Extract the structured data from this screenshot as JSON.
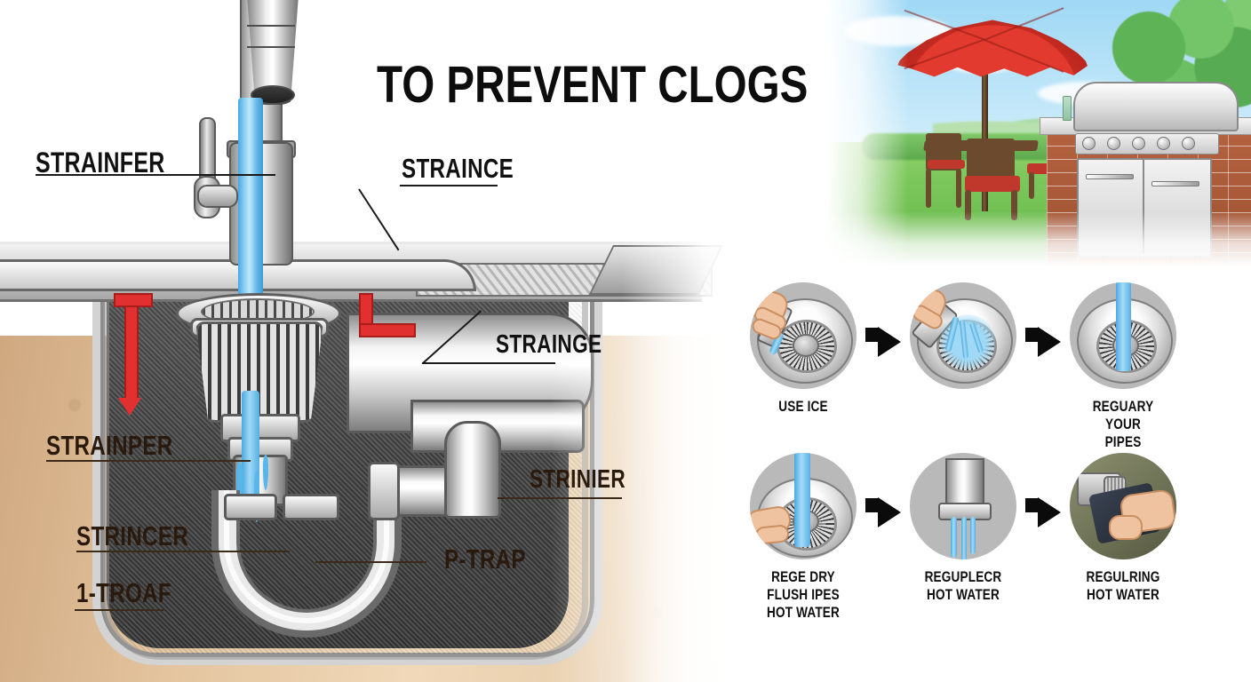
{
  "title": "TO PREVENT CLOGS",
  "diagram": {
    "name": "sink-drain-cutaway-diagram",
    "labels": [
      {
        "id": "strainfer",
        "text": "STRAINFER"
      },
      {
        "id": "straince",
        "text": "STRAINCE"
      },
      {
        "id": "strainge",
        "text": "STRAINGE"
      },
      {
        "id": "strainper",
        "text": "STRAINPER"
      },
      {
        "id": "strinier",
        "text": "STRINIER"
      },
      {
        "id": "strincer",
        "text": "STRINCER"
      },
      {
        "id": "p-trap",
        "text": "P-TRAP"
      },
      {
        "id": "one-troaf",
        "text": "1-TROAF"
      }
    ],
    "colors": {
      "water": "#5eb5e8",
      "hot_supply": "#e03030",
      "metal": "#c6c6c6",
      "soil": "#e3c49e",
      "cavity": "#3d3d3d"
    }
  },
  "patio_inset": {
    "name": "patio-outdoor-kitchen-illustration",
    "elements": [
      "red-patio-umbrella",
      "wooden-table",
      "wooden-chairs-red-cushions",
      "brick-outdoor-kitchen",
      "stainless-gas-grill",
      "green-lawn",
      "trees",
      "blue-sky"
    ],
    "colors": {
      "umbrella": "#d8352a",
      "brick": "#a9583a",
      "lawn": "#6fbe50",
      "sky": "#a9dcf5"
    }
  },
  "steps": {
    "name": "prevent-clogs-step-panels",
    "row1": [
      {
        "caption": "USE ICE",
        "icon": "hand-pouring-ice-into-sink-drain-icon"
      },
      {
        "caption": "",
        "icon": "ice-water-flushing-drain-icon"
      },
      {
        "caption": "REGUARY YOUR\nPIPES",
        "icon": "water-running-through-drain-icon"
      }
    ],
    "row2": [
      {
        "caption": "REGE DRY\nFLUSH IPES\nHOT WATER",
        "icon": "hand-at-drain-with-water-jet-icon"
      },
      {
        "caption": "REGUPLECR\nHOT WATER",
        "icon": "pipe-flushing-water-icon"
      },
      {
        "caption": "REGULRING\nHOT WATER",
        "icon": "hand-cleaning-aerator-with-cloth-icon"
      }
    ],
    "arrow_icon": "right-arrow-icon"
  }
}
